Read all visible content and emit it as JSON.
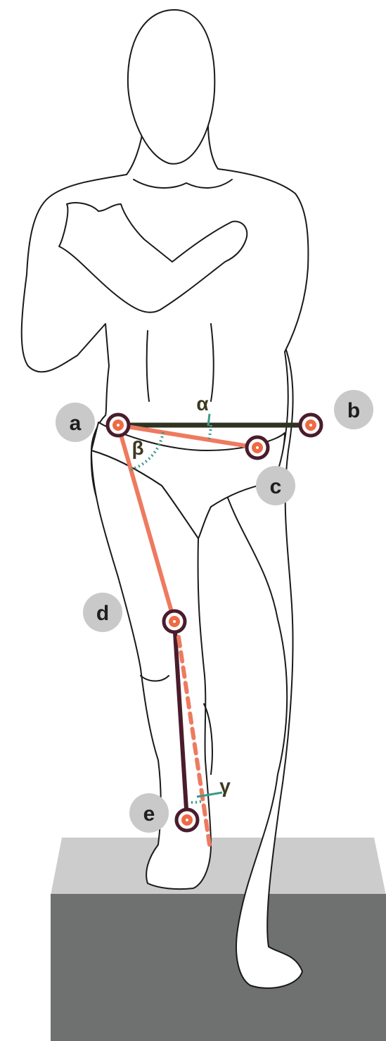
{
  "colors": {
    "outline": "#1a1a1a",
    "segment_orange": "#ee7a5f",
    "segment_dark": "#2f3322",
    "segment_maroon": "#4a1c2c",
    "angle_teal": "#3a9a8a",
    "marker_ring": "#4a1c2c",
    "marker_fill": "#ee6a45",
    "label_badge": "#c9c9c9",
    "label_text": "#1e1e1e",
    "angle_text": "#3b3a20",
    "step_top": "#cccccc",
    "step_front": "#6f7070"
  },
  "points": {
    "a": "a",
    "b": "b",
    "c": "c",
    "d": "d",
    "e": "e"
  },
  "angles": {
    "alpha": "α",
    "beta": "β",
    "gamma": "γ"
  }
}
